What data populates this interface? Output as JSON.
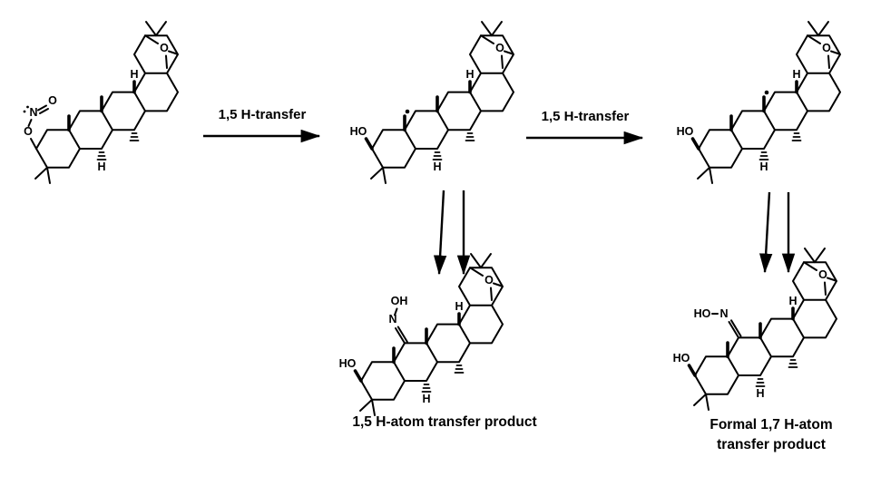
{
  "scheme": {
    "step1_label": "1,5 H-transfer",
    "step2_label": "1,5 H-transfer",
    "product1_caption": "1,5 H-atom transfer product",
    "product2_caption_line1": "Formal 1,7 H-atom",
    "product2_caption_line2": "transfer product"
  },
  "atoms": {
    "HO": "HO",
    "OH": "OH",
    "O": "O",
    "N": "N",
    "H": "H"
  },
  "colors": {
    "ink": "#000000",
    "background": "#ffffff"
  }
}
